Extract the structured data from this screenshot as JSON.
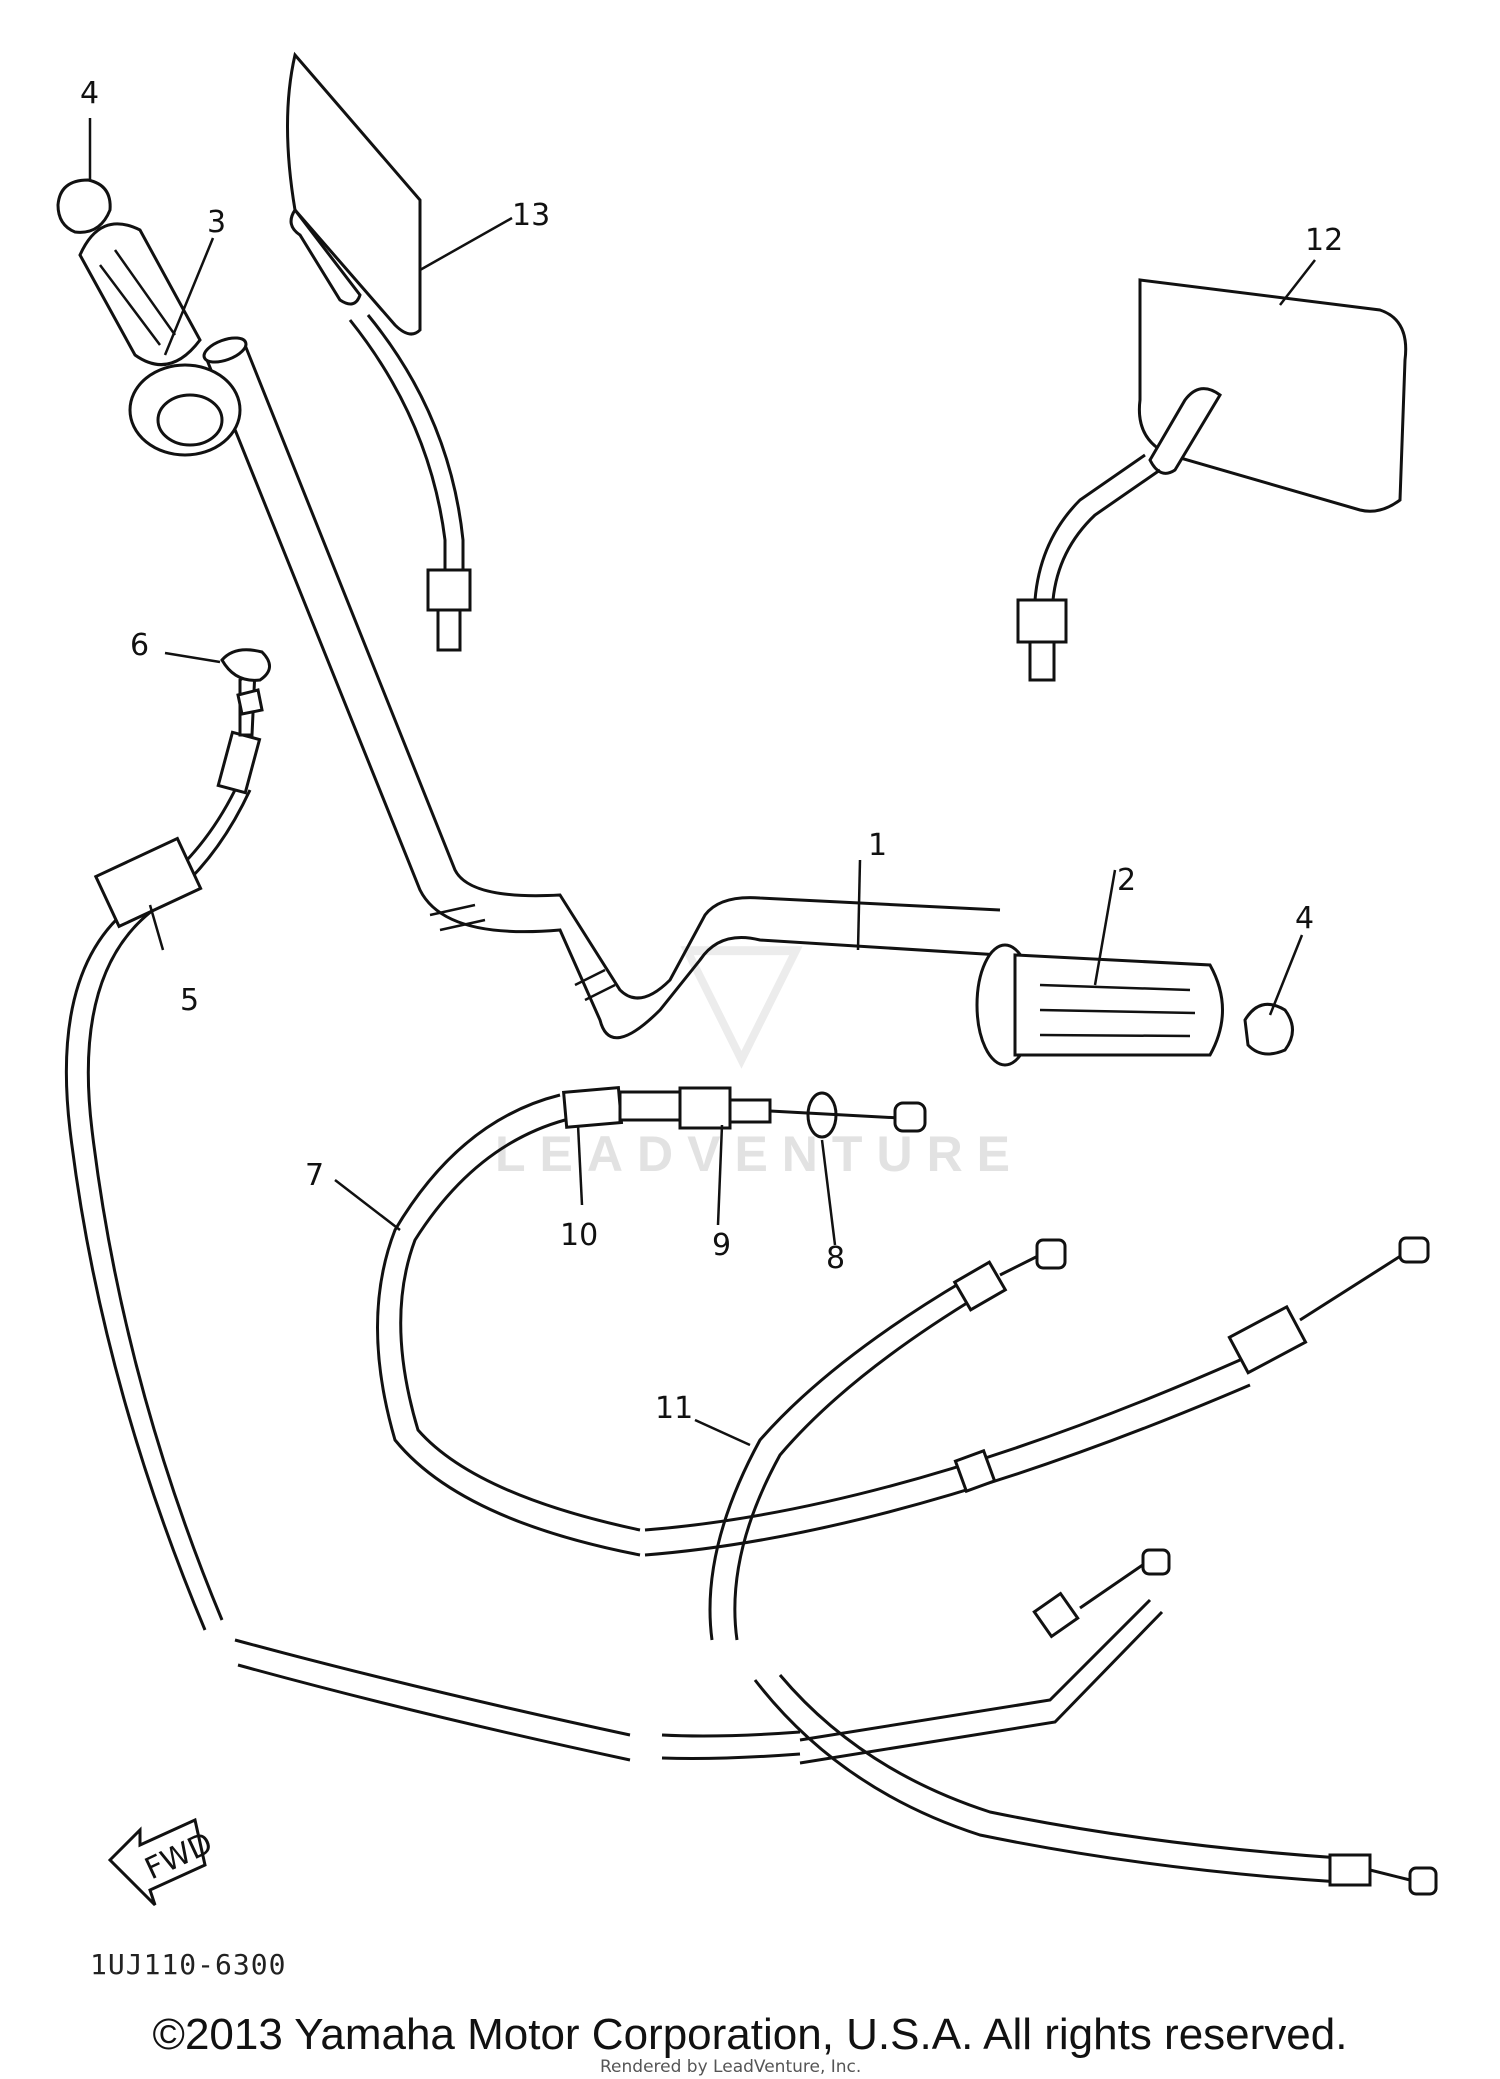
{
  "diagram": {
    "callouts": [
      "1",
      "2",
      "3",
      "4",
      "4",
      "5",
      "6",
      "7",
      "8",
      "9",
      "10",
      "11",
      "12",
      "13"
    ],
    "fwd_label": "FWD",
    "code": "1UJ110-6300",
    "watermark": "LEADVENTURE",
    "copyright": "©2013 Yamaha Motor Corporation, U.S.A. All rights reserved.",
    "rendered_by": "Rendered by LeadVenture, Inc."
  }
}
